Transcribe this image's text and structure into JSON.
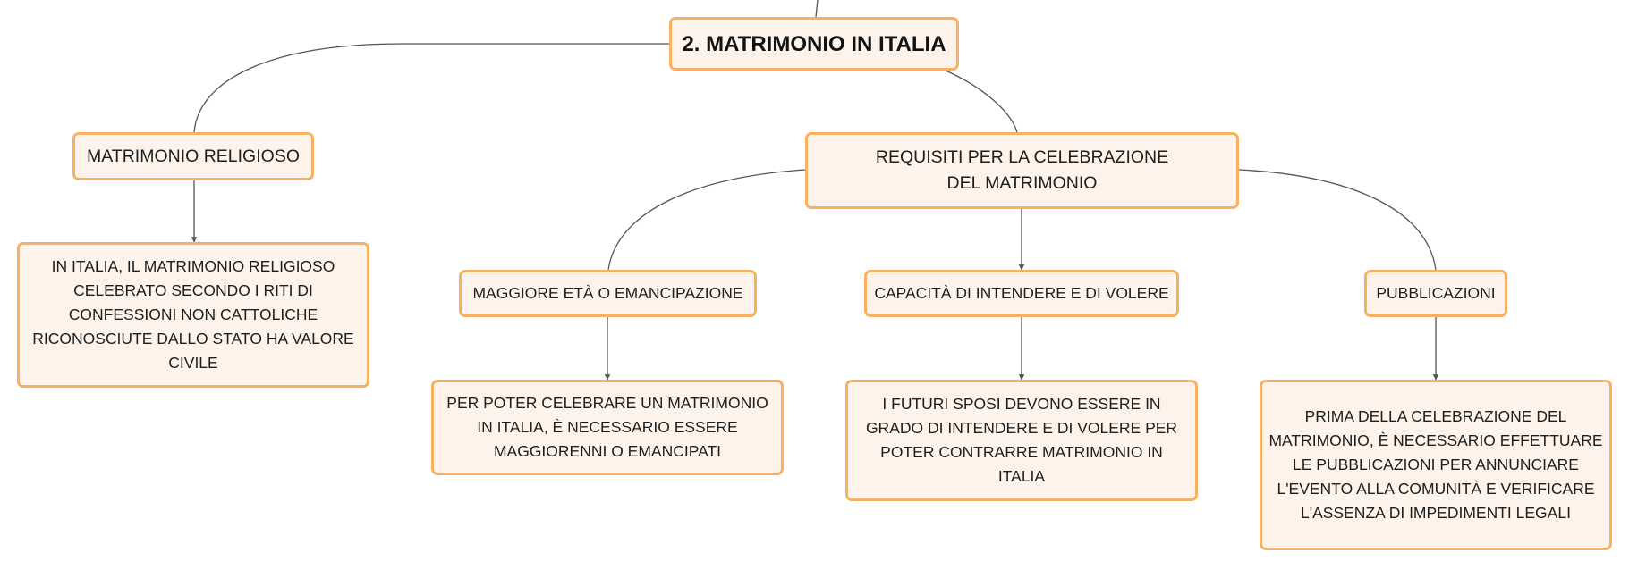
{
  "colors": {
    "node_fill": "#fdf3ea",
    "node_border": "#f6b262",
    "connector": "#555555",
    "text": "#1e1e1e"
  },
  "root": {
    "label": "2. MATRIMONIO IN ITALIA"
  },
  "religioso": {
    "label": "MATRIMONIO RELIGIOSO",
    "detail": "IN ITALIA, IL MATRIMONIO RELIGIOSO CELEBRATO SECONDO I RITI DI CONFESSIONI NON CATTOLICHE RICONOSCIUTE DALLO STATO HA VALORE CIVILE"
  },
  "requisiti": {
    "label": "REQUISITI PER LA CELEBRAZIONE DEL MATRIMONIO"
  },
  "eta": {
    "label": "MAGGIORE ETÀ O EMANCIPAZIONE",
    "detail": "PER POTER CELEBRARE UN MATRIMONIO IN ITALIA, È NECESSARIO ESSERE MAGGIORENNI O EMANCIPATI"
  },
  "capacita": {
    "label": "CAPACITÀ DI INTENDERE E DI VOLERE",
    "detail": "I FUTURI SPOSI DEVONO ESSERE IN GRADO DI INTENDERE E DI VOLERE PER POTER CONTRARRE MATRIMONIO IN ITALIA"
  },
  "pubblicazioni": {
    "label": "PUBBLICAZIONI",
    "detail": "PRIMA DELLA CELEBRAZIONE DEL MATRIMONIO, È NECESSARIO EFFETTUARE LE PUBBLICAZIONI PER ANNUNCIARE L'EVENTO ALLA COMUNITÀ E VERIFICARE L'ASSENZA DI IMPEDIMENTI LEGALI"
  }
}
